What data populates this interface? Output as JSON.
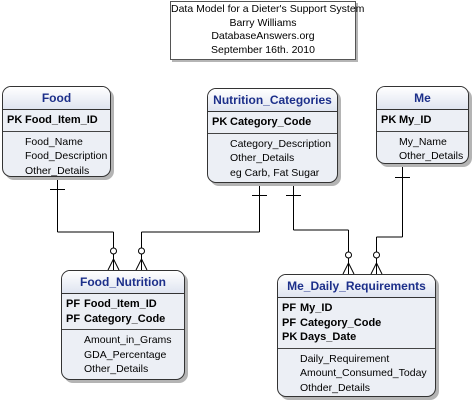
{
  "title_block": {
    "lines": [
      "Data Model for a Dieter's Support System",
      "Barry Williams",
      "DatabaseAnswers.org",
      "September 16th. 2010"
    ]
  },
  "entities": {
    "food": {
      "name": "Food",
      "keys": [
        {
          "type": "PK",
          "field": "Food_Item_ID"
        }
      ],
      "attributes": [
        "Food_Name",
        "Food_Description",
        "Other_Details"
      ]
    },
    "nutrition_categories": {
      "name": "Nutrition_Categories",
      "keys": [
        {
          "type": "PK",
          "field": "Category_Code"
        }
      ],
      "attributes": [
        "Category_Description",
        "Other_Details",
        "eg Carb, Fat Sugar"
      ]
    },
    "me": {
      "name": "Me",
      "keys": [
        {
          "type": "PK",
          "field": "My_ID"
        }
      ],
      "attributes": [
        "My_Name",
        "Other_Details"
      ]
    },
    "food_nutrition": {
      "name": "Food_Nutrition",
      "keys": [
        {
          "type": "PF",
          "field": "Food_Item_ID"
        },
        {
          "type": "PF",
          "field": "Category_Code"
        }
      ],
      "attributes": [
        "Amount_in_Grams",
        "GDA_Percentage",
        "Other_Details"
      ]
    },
    "me_daily_requirements": {
      "name": "Me_Daily_Requirements",
      "keys": [
        {
          "type": "PF",
          "field": "My_ID"
        },
        {
          "type": "PF",
          "field": "Category_Code"
        },
        {
          "type": "PK",
          "field": "Days_Date"
        }
      ],
      "attributes": [
        "Daily_Requirement",
        "Amount_Consumed_Today",
        "Othder_Details"
      ]
    }
  },
  "relationships": [
    {
      "from": "Food",
      "to": "Food_Nutrition",
      "cardinality": "one-to-many"
    },
    {
      "from": "Nutrition_Categories",
      "to": "Food_Nutrition",
      "cardinality": "one-to-many"
    },
    {
      "from": "Nutrition_Categories",
      "to": "Me_Daily_Requirements",
      "cardinality": "one-to-many"
    },
    {
      "from": "Me",
      "to": "Me_Daily_Requirements",
      "cardinality": "one-to-many"
    }
  ],
  "colors": {
    "entity_title": "#1c2f8a",
    "entity_fill": "#eceff5",
    "outline": "#333333"
  }
}
